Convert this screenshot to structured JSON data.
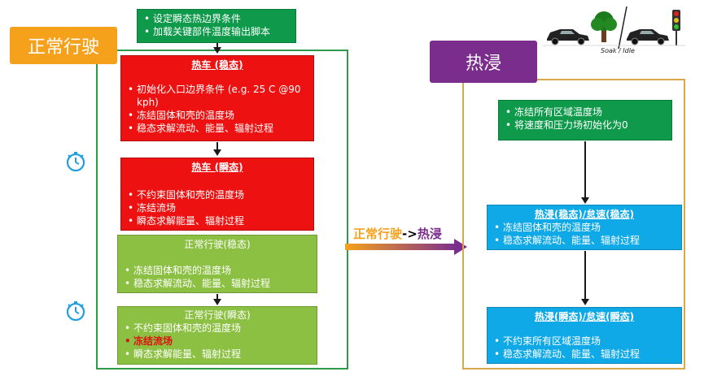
{
  "left_panel": {
    "tag": "正常行驶",
    "setup_box": [
      "设定瞬态热边界条件",
      "加载关键部件温度输出脚本"
    ],
    "boxes": [
      {
        "title": "热车 (稳态)",
        "items": [
          "初始化入口边界条件 (e.g. 25 C @90 kph)",
          "冻结固体和壳的温度场",
          "稳态求解流动、能量、辐射过程"
        ]
      },
      {
        "title": "热车 (瞬态)",
        "items": [
          "不约束固体和壳的温度场",
          "冻结流场",
          "瞬态求解能量、辐射过程"
        ]
      },
      {
        "title": "正常行驶(稳态)",
        "items": [
          "冻结固体和壳的温度场",
          "稳态求解流动、能量、辐射过程"
        ]
      },
      {
        "title": "正常行驶(瞬态)",
        "items": [
          "不约束固体和壳的温度场",
          "冻结流场",
          "瞬态求解能量、辐射过程"
        ]
      }
    ]
  },
  "transition": {
    "prefix": "正常行驶",
    "arrow": "->",
    "suffix": "热浸"
  },
  "right_panel": {
    "tag": "热浸",
    "illustration_caption": "Soak / Idle",
    "boxes": [
      {
        "title": "",
        "items": [
          "冻结所有区域温度场",
          "将速度和压力场初始化为0"
        ]
      },
      {
        "title": "热浸(稳态)/怠速(稳态)",
        "items": [
          "冻结固体和壳的温度场",
          "稳态求解流动、能量、辐射过程"
        ]
      },
      {
        "title": "热浸(瞬态)/怠速(瞬态)",
        "items": [
          "不约束所有区域温度场",
          "稳态求解流动、能量、辐射过程"
        ]
      }
    ]
  },
  "colors": {
    "red": "#ee1111",
    "lime": "#8cc043",
    "green": "#0e9a4a",
    "blue": "#10a9e8",
    "orange_tag": "#f5a11c",
    "purple_tag": "#7b2d8e"
  },
  "icons": [
    "stopwatch-icon",
    "car-icon",
    "tree-icon",
    "traffic-light-icon"
  ]
}
